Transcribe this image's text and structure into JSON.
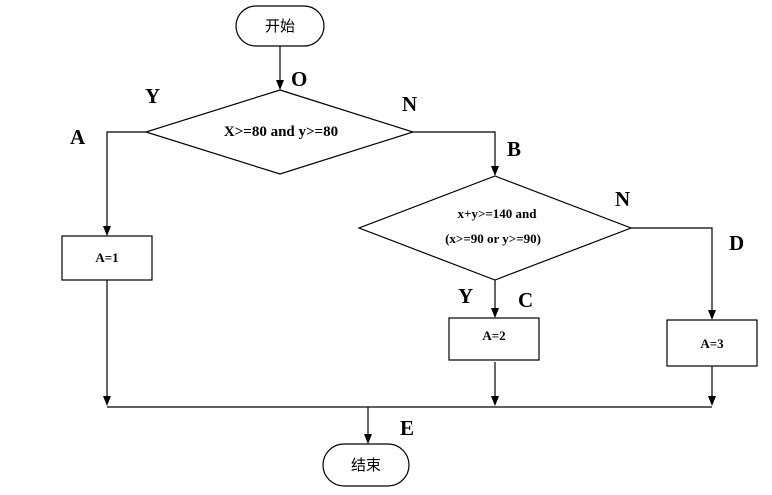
{
  "flowchart": {
    "start": {
      "label": "开始"
    },
    "end": {
      "label": "结束"
    },
    "decision1": {
      "text": "X>=80 and y>=80"
    },
    "decision2": {
      "line1": "x+y>=140 and",
      "line2": "(x>=90 or y>=90)"
    },
    "box_a1": {
      "text": "A=1"
    },
    "box_a2": {
      "text": "A=2"
    },
    "box_a3": {
      "text": "A=3"
    },
    "labels": {
      "O": "O",
      "Y1": "Y",
      "N1": "N",
      "A": "A",
      "B": "B",
      "N2": "N",
      "D": "D",
      "Y2": "Y",
      "C": "C",
      "E": "E"
    }
  }
}
